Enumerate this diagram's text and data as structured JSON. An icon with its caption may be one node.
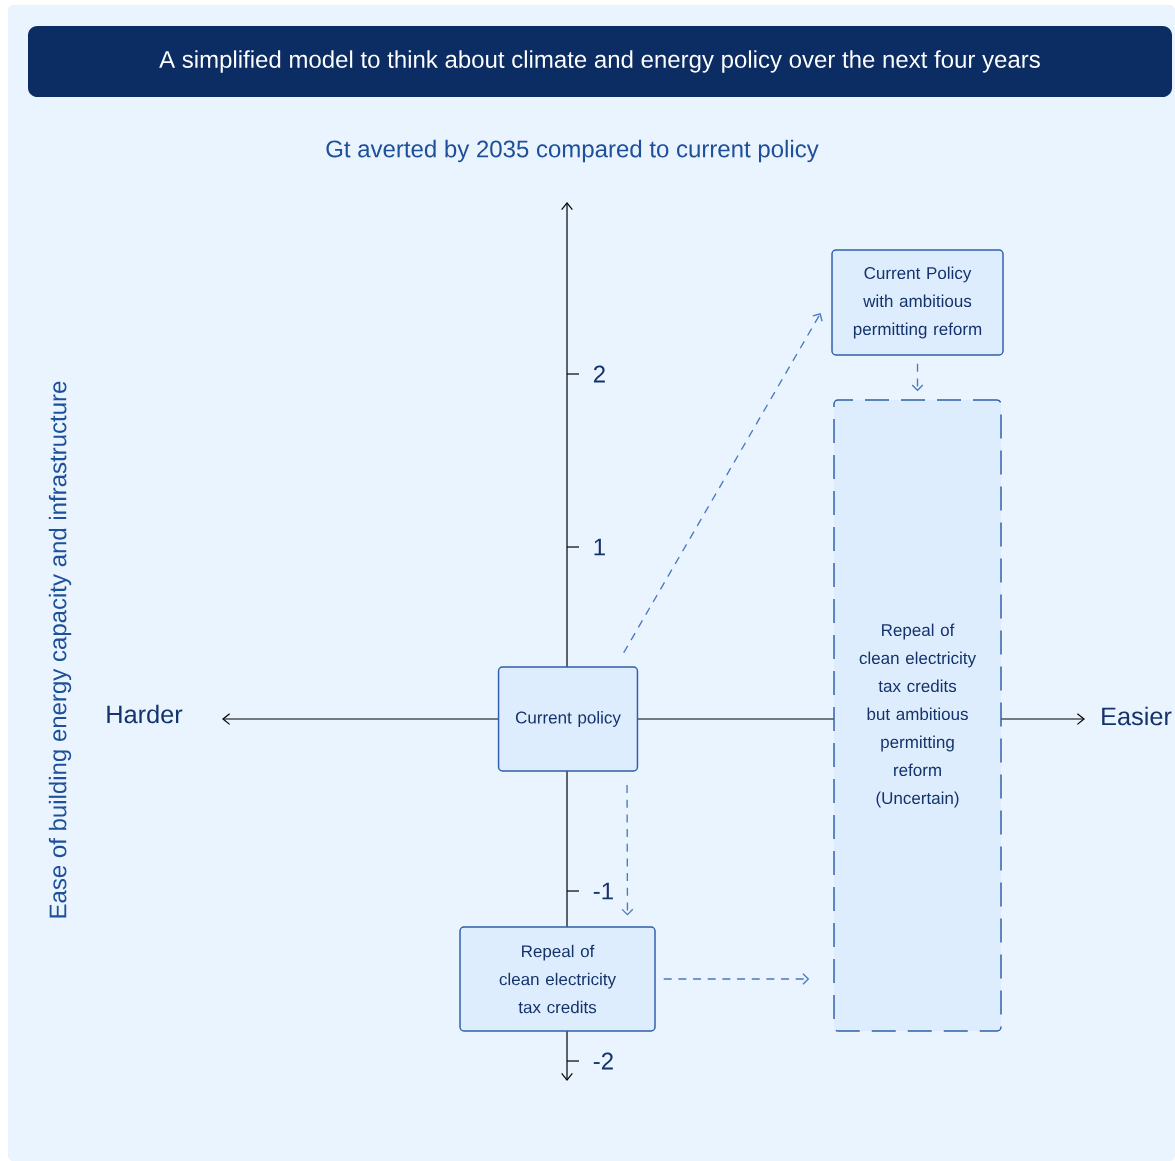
{
  "diagram": {
    "title": "A simplified model to think about climate and energy policy over the next four years",
    "nodes": [
      {
        "text": [
          "Current Policy with ambitious permitting reform"
        ]
      },
      {
        "text": [
          "Current policy"
        ]
      },
      {
        "text": [
          "Repeal of clean electricity tax credits"
        ]
      },
      {
        "text": [
          "Repeal of clean electricity tax credits but ambitious permitting reform (Uncertain)"
        ]
      }
    ],
    "edges": [
      {
        "from": 1,
        "to": 0,
        "arrow": "to",
        "style": "dashed"
      },
      {
        "from": 0,
        "to": 3,
        "arrow": "to",
        "style": "dashed"
      },
      {
        "from": 1,
        "to": 2,
        "arrow": "to",
        "style": "dashed"
      },
      {
        "from": 2,
        "to": 3,
        "arrow": "to",
        "style": "dashed"
      }
    ],
    "labels": [
      "Gt averted by 2035 compared to current policy",
      "Ease of building energy capacity and infrastructure",
      "Harder",
      "Easier",
      "2",
      "1",
      "-1",
      "-2"
    ]
  }
}
